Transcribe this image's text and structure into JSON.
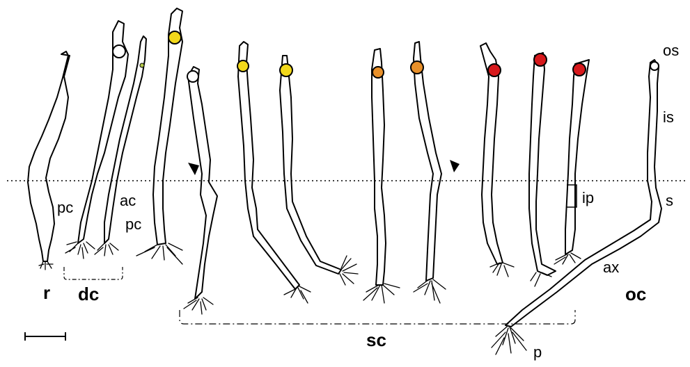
{
  "labels": {
    "r": "r",
    "dc": "dc",
    "sc": "sc",
    "oc": "oc",
    "pc_left": "pc",
    "ac": "ac",
    "pc_right": "pc",
    "os": "os",
    "is": "is",
    "ip": "ip",
    "s": "s",
    "ax": "ax",
    "p": "p"
  },
  "colors": {
    "yellow": "#f2d81a",
    "orange": "#e8902a",
    "red": "#d7191c",
    "white": "#ffffff",
    "green": "#b5c94a",
    "line": "#000000"
  }
}
